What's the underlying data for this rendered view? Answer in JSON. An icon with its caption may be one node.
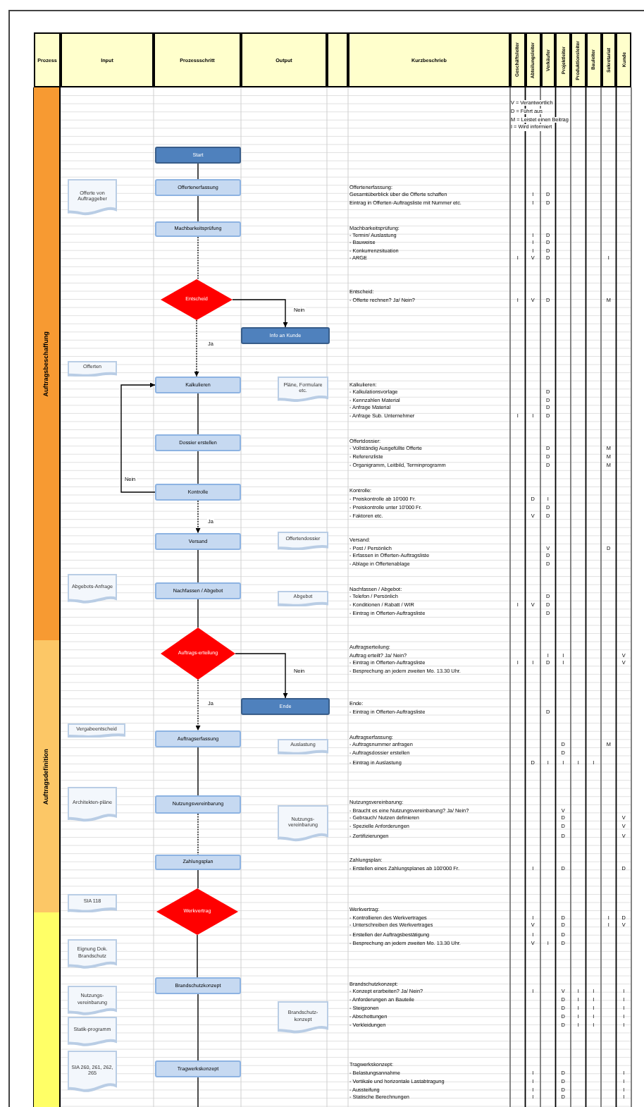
{
  "diagram": {
    "nodes": [
      {
        "text": [
          "Auftragsbeschaffung"
        ]
      },
      {
        "text": [
          "Start"
        ]
      },
      {
        "text": [
          "Offerte von Auftraggeber"
        ]
      },
      {
        "text": [
          "Offertenerfassung"
        ]
      },
      {
        "text": [
          "Machbarkeitsprüfung"
        ]
      },
      {
        "text": [
          "Entscheid"
        ]
      },
      {
        "text": [
          "Info an Kunde"
        ]
      },
      {
        "text": [
          "Offerten"
        ]
      },
      {
        "text": [
          "Kalkulieren"
        ]
      },
      {
        "text": [
          "Pläne, Formulare etc."
        ]
      },
      {
        "text": [
          "Dossier erstellen"
        ]
      },
      {
        "text": [
          "Kontrolle"
        ]
      },
      {
        "text": [
          "Versand"
        ]
      },
      {
        "text": [
          "Offertendossier"
        ]
      },
      {
        "text": [
          "Abgebots-Anfrage"
        ]
      },
      {
        "text": [
          "Nachfassen / Abgebot"
        ]
      },
      {
        "text": [
          "Abgebot"
        ]
      },
      {
        "text": [
          "Auftrags-erteilung"
        ]
      },
      {
        "text": [
          "Auftragsdefinition"
        ]
      },
      {
        "text": [
          "Ende"
        ]
      },
      {
        "text": [
          "Vergabeentscheid"
        ]
      },
      {
        "text": [
          "Auftragserfassung"
        ]
      },
      {
        "text": [
          "Auslastung"
        ]
      },
      {
        "text": [
          "Architekten-pläne"
        ]
      },
      {
        "text": [
          "Nutzungsvereinbarung"
        ]
      },
      {
        "text": [
          "Nutzungs-vereinbarung"
        ]
      },
      {
        "text": [
          "Zahlungsplan"
        ]
      },
      {
        "text": [
          "SIA 118"
        ]
      },
      {
        "text": [
          "Werkvertrag"
        ]
      },
      {
        "text": [
          "Eignung Dok. Brandschutz"
        ]
      },
      {
        "text": [
          "Nutzungs-vereinbarung"
        ]
      },
      {
        "text": [
          "Brandschutzkonzept"
        ]
      },
      {
        "text": [
          "Brandschutz-konzept"
        ]
      },
      {
        "text": [
          "Statik-programm"
        ]
      },
      {
        "text": [
          "SIA 260, 261, 262, 265"
        ]
      },
      {
        "text": [
          "Tragwerkskonzept"
        ]
      },
      {
        "text": [],
        "shape": "bar"
      }
    ],
    "edges": [
      {
        "from": 1,
        "to": 3,
        "arrow": "none"
      },
      {
        "from": 3,
        "to": 4,
        "arrow": "none"
      },
      {
        "from": 4,
        "to": 5,
        "arrow": "none",
        "style": "dashed"
      },
      {
        "from": 5,
        "to": 6,
        "arrow": "to",
        "label": "Nein"
      },
      {
        "from": 5,
        "to": 8,
        "arrow": "to",
        "label": "Ja",
        "style": "dashed"
      },
      {
        "from": 8,
        "to": 10,
        "arrow": "none"
      },
      {
        "from": 10,
        "to": 11,
        "arrow": "none"
      },
      {
        "from": 11,
        "to": 8,
        "arrow": "to",
        "label": "Nein"
      },
      {
        "from": 11,
        "to": 12,
        "arrow": "to",
        "label": "Ja",
        "style": "dashed"
      },
      {
        "from": 12,
        "to": 15,
        "arrow": "none"
      },
      {
        "from": 15,
        "to": 17,
        "arrow": "none"
      },
      {
        "from": 17,
        "to": 19,
        "arrow": "to",
        "label": "Nein"
      },
      {
        "from": 17,
        "to": 21,
        "arrow": "to",
        "label": "Ja",
        "style": "dashed"
      },
      {
        "from": 21,
        "to": 24,
        "arrow": "none"
      },
      {
        "from": 24,
        "to": 26,
        "arrow": "none",
        "style": "dashed"
      },
      {
        "from": 26,
        "to": 28,
        "arrow": "none"
      },
      {
        "from": 28,
        "to": 31,
        "arrow": "none"
      },
      {
        "from": 31,
        "to": 35,
        "arrow": "none"
      },
      {
        "from": 35,
        "to": null,
        "arrow": "none"
      }
    ],
    "labels": [
      "Prozess",
      "Input",
      "Prozessschritt",
      "Output",
      "Kurzbeschrieb",
      "Geschäftsleiter",
      "Abteilungsleiter",
      "Verkäufer",
      "Projektleiter",
      "Produktionsleiter",
      "Bauleiter",
      "Sekretariat",
      "Kunde",
      "V = Verantwortlich",
      "D = Führt aus",
      "M = Leistet einen Beitrag",
      "I = Wird informiert",
      "Offertenerfassung:",
      "Gesamtüberblick über die Offerte schaffen",
      "I",
      "D",
      "Eintrag in Offerten-Auftragsliste mit Nummer etc.",
      "I",
      "D",
      "Machbarkeitsprüfung:",
      "- Termin/ Auslastung",
      "I",
      "D",
      "- Bauweise",
      "I",
      "D",
      "- Konkurrenzsituation",
      "I",
      "D",
      "- ARGE",
      "I",
      "V",
      "D",
      "I",
      "Entscheid:",
      "- Offerte rechnen? Ja/ Nein?",
      "I",
      "V",
      "D",
      "M",
      "Kalkulieren:",
      "- Kalkulationsvorlage",
      "D",
      "- Kennzahlen Material",
      "D",
      "- Anfrage Material",
      "D",
      "- Anfrage Sub. Unternehmer",
      "I",
      "I",
      "D",
      "Offertdossier:",
      "- Vollständig Ausgefüllte Offerte",
      "D",
      "M",
      "- Referenzliste",
      "D",
      "M",
      "- Organigramm, Leitbild, Terminprogramm",
      "D",
      "M",
      "Kontrolle:",
      "- Preiskontrolle ab 10'000 Fr.",
      "D",
      "I",
      "- Preiskontrolle unter 10'000 Fr.",
      "D",
      "- Faktoren etc.",
      "V",
      "D",
      "Versand:",
      "- Post / Persönlich",
      "V",
      "D",
      "- Erfassen in Offerten-Auftragsliste",
      "D",
      "- Ablage in Offertenablage",
      "D",
      "Nachfassen / Abgebot:",
      "- Telefon / Persönlich",
      "D",
      "- Konditionen / Rabatt / WIR",
      "I",
      "V",
      "D",
      "- Eintrag in Offerten-Auftragsliste",
      "D",
      "Auftragserteilung:",
      "Auftrag erteilt? Ja/ Nein?",
      "I",
      "I",
      "V",
      "- Eintrag in Offerten-Auftragsliste",
      "I",
      "I",
      "D",
      "I",
      "V",
      "- Besprechung an jedem zweiten Mo. 13.30 Uhr.",
      "Ende:",
      "- Eintrag in Offerten-Auftragsliste",
      "D",
      "Auftragserfassung:",
      "- Auftragsnummer anfragen",
      "D",
      "M",
      "- Auftragsdossier erstellen",
      "D",
      "- Eintrag in Auslastung",
      "D",
      "I",
      "I",
      "I",
      "I",
      "Nutzungsvereinbarung:",
      "- Braucht es eine Nutzungsvereinbarung? Ja/ Nein?",
      "V",
      "- Gebrauch/ Nutzen definieren",
      "D",
      "V",
      "- Spezielle Anforderungen",
      "D",
      "V",
      "- Zertifizierungen",
      "D",
      "V",
      "Zahlungsplan:",
      "- Erstellen eines Zahlungsplanes ab 100'000 Fr.",
      "I",
      "D",
      "D",
      "Werkvertrag:",
      "- Kontrollieren des Werkvertrages",
      "I",
      "D",
      "I",
      "D",
      "- Unterschreiben des Werkvertrages",
      "V",
      "D",
      "I",
      "V",
      "- Erstellen der Auftragsbestätigung",
      "I",
      "D",
      "- Besprechung an jedem zweiten Mo. 13.30 Uhr.",
      "V",
      "I",
      "D",
      "Brandschutzkonzept:",
      "- Konzept erarbeiten? Ja/ Nein?",
      "I",
      "V",
      "I",
      "I",
      "I",
      "- Anforderungen an Bauteile",
      "D",
      "I",
      "I",
      "I",
      "- Steigzonen",
      "D",
      "I",
      "I",
      "I",
      "- Abschottungen",
      "D",
      "I",
      "I",
      "I",
      "- Verkleidungen",
      "D",
      "I",
      "I",
      "I",
      "Tragwerkskonzept:",
      "- Belastungsannahme",
      "I",
      "D",
      "I",
      "- Vertikale und horizontale Lastabtragung",
      "I",
      "D",
      "I",
      "- Aussteifung",
      "I",
      "D",
      "I",
      "- Statische Berechnungen",
      "I",
      "D",
      "I"
    ]
  }
}
